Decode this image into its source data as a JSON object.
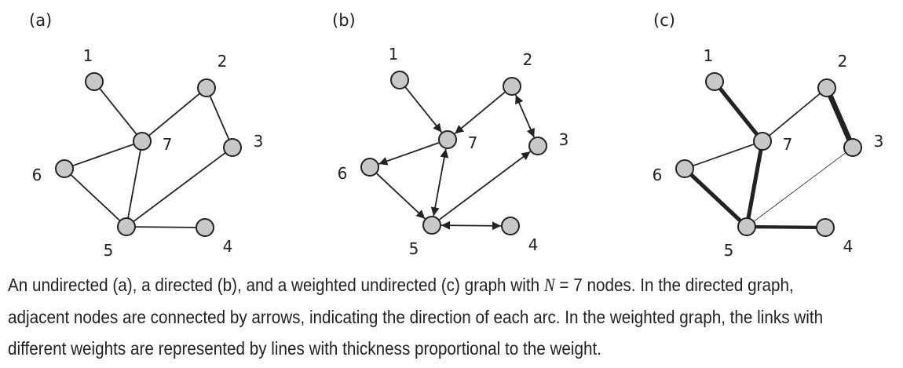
{
  "panels": [
    {
      "id": "a",
      "label": "(a)",
      "type": "undirected"
    },
    {
      "id": "b",
      "label": "(b)",
      "type": "directed"
    },
    {
      "id": "c",
      "label": "(c)",
      "type": "weighted"
    }
  ],
  "nodes": [
    {
      "id": 1,
      "label": "1"
    },
    {
      "id": 2,
      "label": "2"
    },
    {
      "id": 3,
      "label": "3"
    },
    {
      "id": 4,
      "label": "4"
    },
    {
      "id": 5,
      "label": "5"
    },
    {
      "id": 6,
      "label": "6"
    },
    {
      "id": 7,
      "label": "7"
    }
  ],
  "undirected_edges": [
    [
      1,
      7
    ],
    [
      2,
      7
    ],
    [
      2,
      3
    ],
    [
      6,
      7
    ],
    [
      6,
      5
    ],
    [
      7,
      5
    ],
    [
      5,
      3
    ],
    [
      5,
      4
    ]
  ],
  "directed_arcs": [
    {
      "from": 1,
      "to": 7
    },
    {
      "from": 2,
      "to": 7
    },
    {
      "from": 2,
      "to": 3
    },
    {
      "from": 3,
      "to": 2
    },
    {
      "from": 7,
      "to": 6
    },
    {
      "from": 6,
      "to": 5
    },
    {
      "from": 5,
      "to": 7
    },
    {
      "from": 7,
      "to": 5
    },
    {
      "from": 5,
      "to": 3
    },
    {
      "from": 5,
      "to": 4
    },
    {
      "from": 4,
      "to": 5
    }
  ],
  "weighted_edges": [
    {
      "a": 1,
      "b": 7,
      "weight": 3
    },
    {
      "a": 2,
      "b": 7,
      "weight": 1
    },
    {
      "a": 2,
      "b": 3,
      "weight": 4
    },
    {
      "a": 6,
      "b": 7,
      "weight": 1
    },
    {
      "a": 6,
      "b": 5,
      "weight": 3
    },
    {
      "a": 7,
      "b": 5,
      "weight": 3
    },
    {
      "a": 5,
      "b": 3,
      "weight": 0.5
    },
    {
      "a": 5,
      "b": 4,
      "weight": 2.5
    }
  ],
  "caption": {
    "line1_pre": "An undirected (a), a directed (b), and a weighted undirected (c) graph with ",
    "line1_var": "N",
    "line1_post": " = 7 nodes. In the directed graph,",
    "line2": "adjacent nodes are connected by arrows, indicating the direction of each arc. In the weighted graph, the links with",
    "line3": "different weights are represented by lines with thickness proportional to the weight."
  }
}
